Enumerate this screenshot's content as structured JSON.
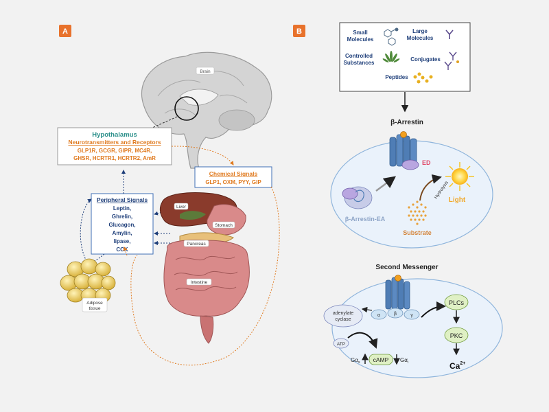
{
  "panels": {
    "a_label": "A",
    "b_label": "B"
  },
  "panel_a": {
    "brain_label": "Brain",
    "hypothalamus": {
      "title": "Hypothalamus",
      "subtitle": "Neurotransmitters and Receptors",
      "line1": "GLP1R, GCGR, GIPR, MC4R,",
      "line2": "GHSR, HCRTR1, HCRTR2, AmR"
    },
    "chemical_signals": {
      "title": "Chemical Signals",
      "list": "GLP1, OXM, PYY, GIP"
    },
    "peripheral_signals": {
      "title": "Peripheral Signals",
      "items": [
        "Leptin,",
        "Ghrelin,",
        "Glucagon,",
        "Amylin,",
        "lipase,",
        "CCK"
      ]
    },
    "organs": {
      "liver": "Liver",
      "stomach": "Stomach",
      "pancreas": "Pancreas",
      "intestine": "Intestine",
      "adipose_line1": "Adipose",
      "adipose_line2": "tissue"
    }
  },
  "panel_b": {
    "molecules": {
      "small_line1": "Small",
      "small_line2": "Molecules",
      "large_line1": "Large",
      "large_line2": "Molecules",
      "controlled_line1": "Controlled",
      "controlled_line2": "Substances",
      "conjugates": "Conjugates",
      "peptides": "Peptides"
    },
    "arrestin": {
      "title": "β-Arrestin",
      "ed_label": "ED",
      "ea_label": "β-Arrestin-EA",
      "substrate_label": "Substrate",
      "hydrolysis_label": "Hydrolysis",
      "light_label": "Light"
    },
    "second_messenger": {
      "title": "Second Messenger",
      "adenylate_line1": "adenylate",
      "adenylate_line2": "cyclase",
      "alpha": "α",
      "beta": "β",
      "gamma": "γ",
      "atp": "ATP",
      "camp": "cAMP",
      "gas": "Gα",
      "gas_sub": "s",
      "gai": "Gα",
      "gai_sub": "i",
      "plcs": "PLCs",
      "pkc": "PKC",
      "ca": "Ca",
      "ca_sup": "2+"
    }
  },
  "colors": {
    "orange_accent": "#e8722c",
    "navy_text": "#1f3f7a",
    "teal_text": "#2b8f8a",
    "oval_fill": "#eaf2fb",
    "oval_stroke": "#8fb5dc"
  }
}
